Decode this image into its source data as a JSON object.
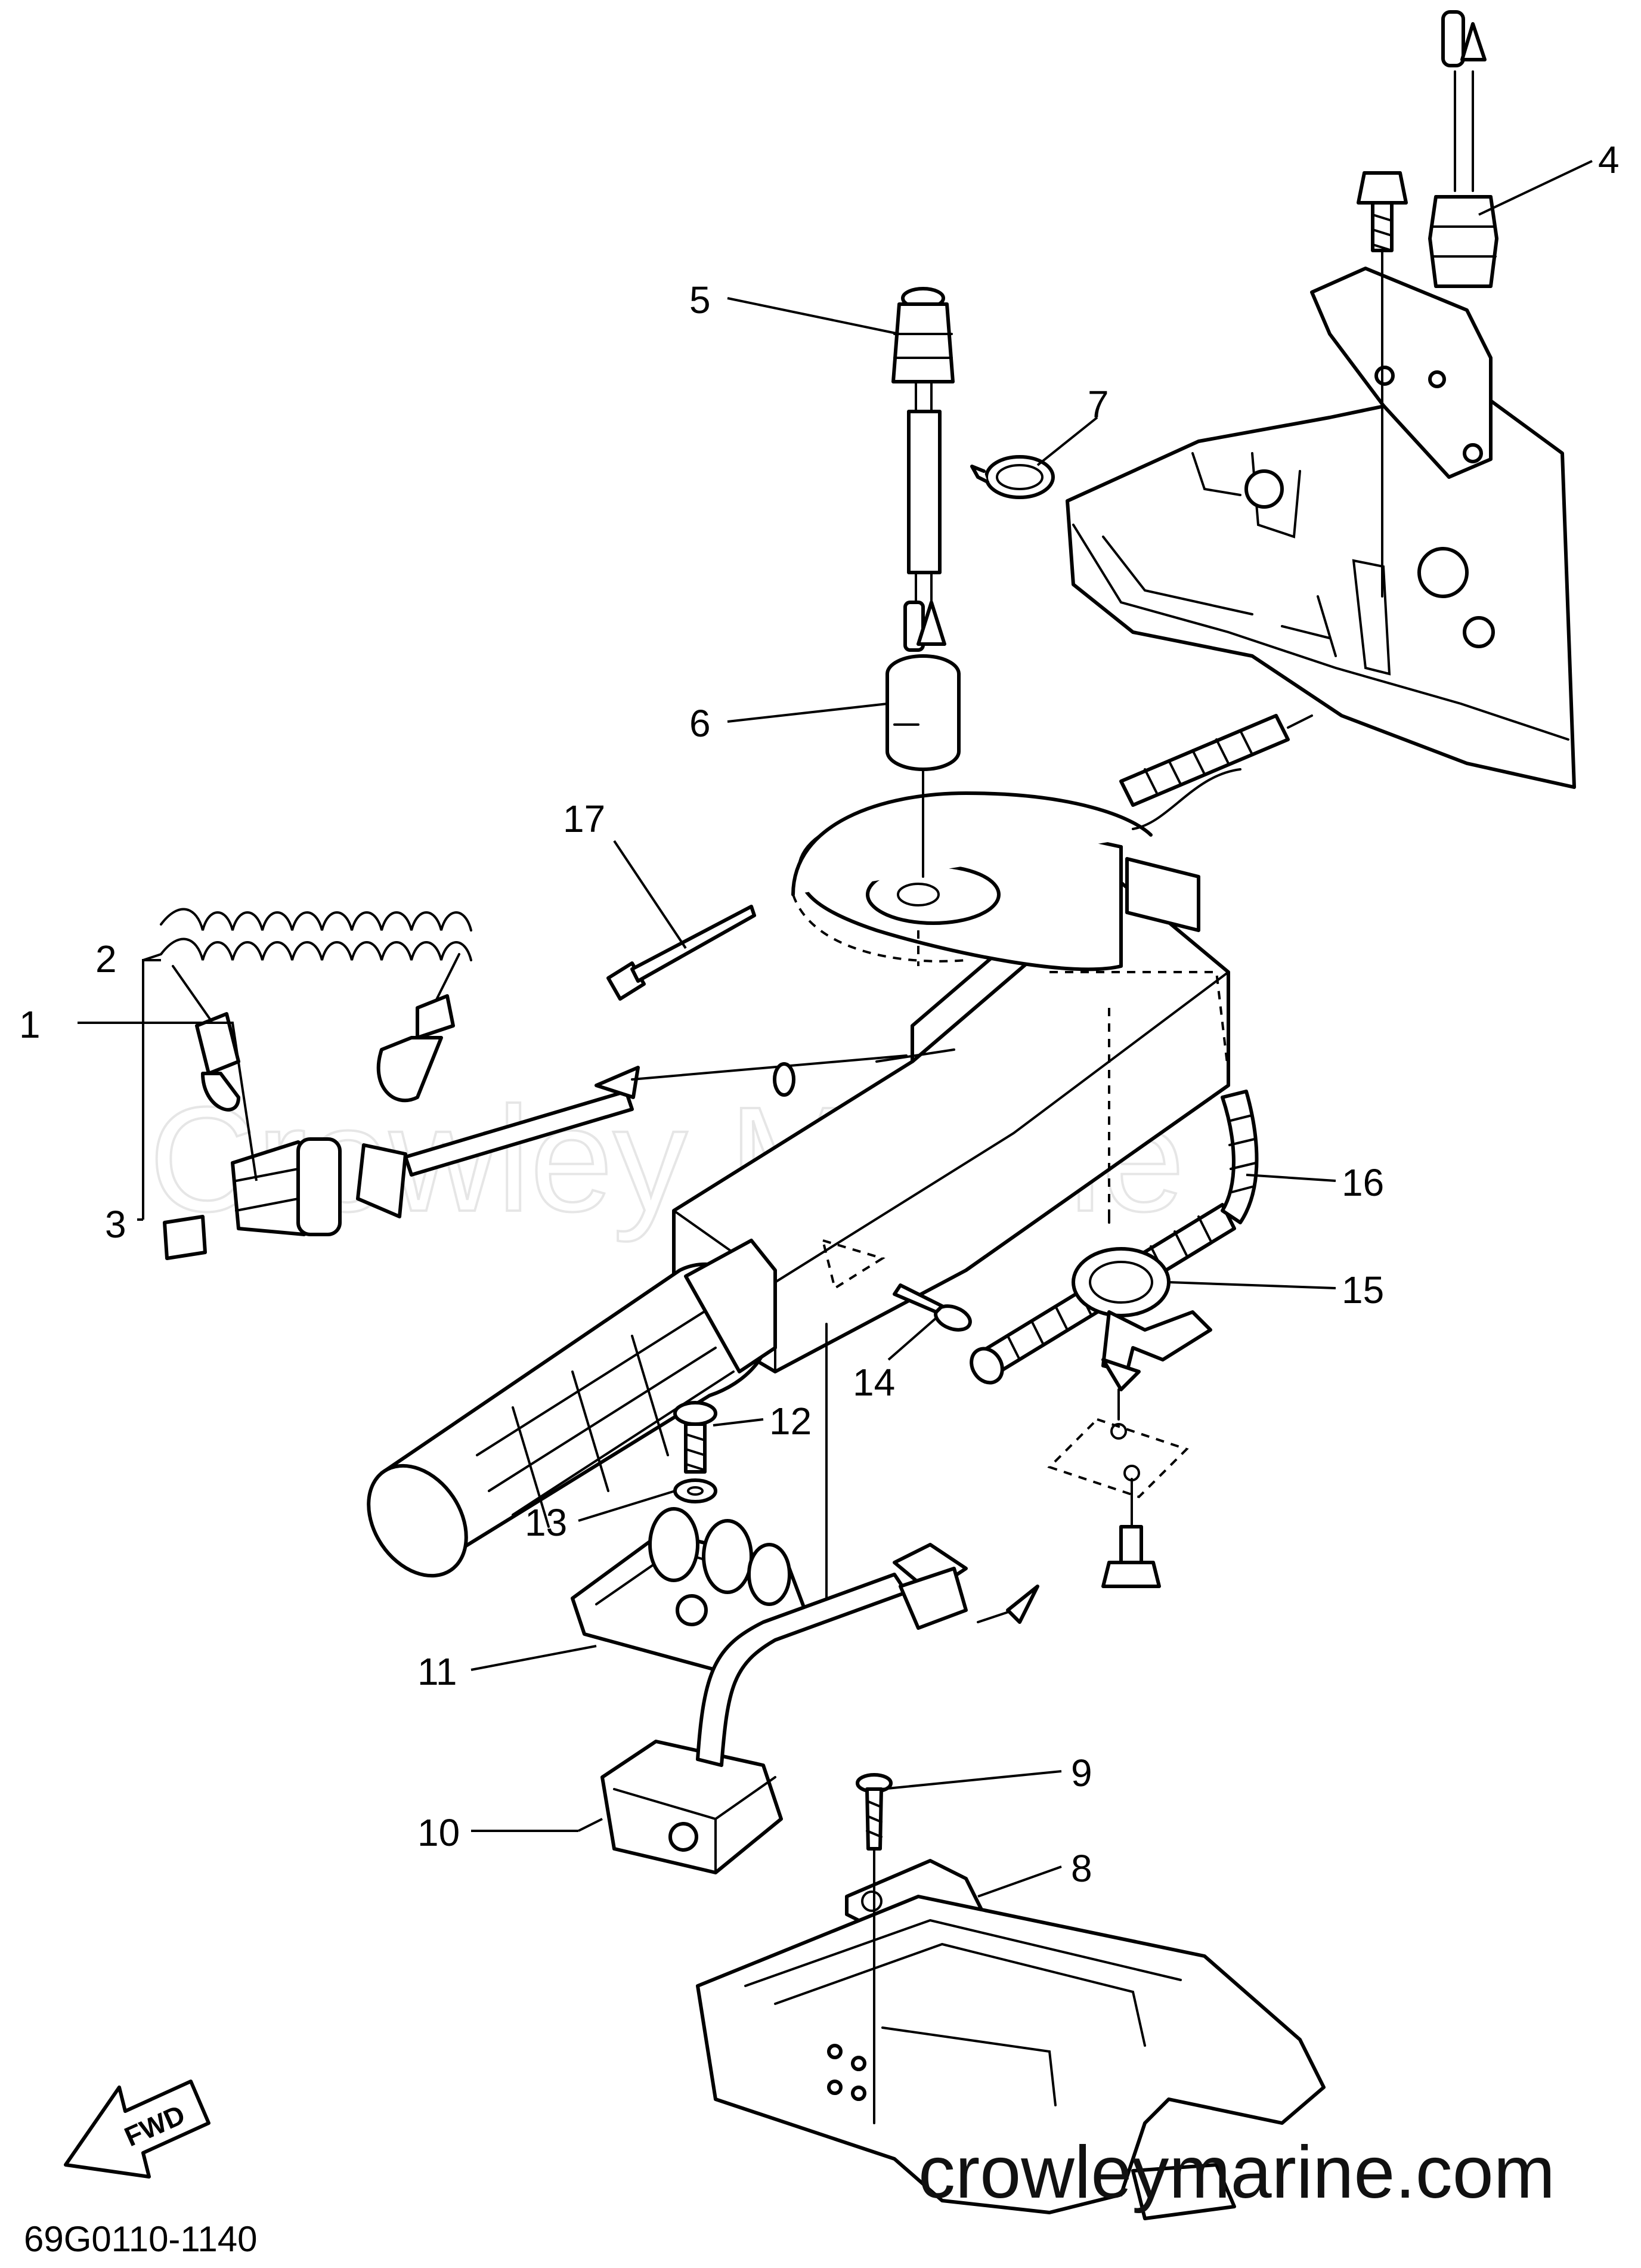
{
  "callouts": [
    {
      "id": "1",
      "label": "1"
    },
    {
      "id": "2",
      "label": "2"
    },
    {
      "id": "3",
      "label": "3"
    },
    {
      "id": "4",
      "label": "4"
    },
    {
      "id": "5",
      "label": "5"
    },
    {
      "id": "6",
      "label": "6"
    },
    {
      "id": "7",
      "label": "7"
    },
    {
      "id": "8",
      "label": "8"
    },
    {
      "id": "9",
      "label": "9"
    },
    {
      "id": "10",
      "label": "10"
    },
    {
      "id": "11",
      "label": "11"
    },
    {
      "id": "12",
      "label": "12"
    },
    {
      "id": "13",
      "label": "13"
    },
    {
      "id": "14",
      "label": "14"
    },
    {
      "id": "15",
      "label": "15"
    },
    {
      "id": "16",
      "label": "16"
    },
    {
      "id": "17",
      "label": "17"
    }
  ],
  "watermark": "Crowley Marine",
  "site_url": "crowleymarine.com",
  "diagram_code": "69G0110-1140",
  "fwd_label": "FWD"
}
